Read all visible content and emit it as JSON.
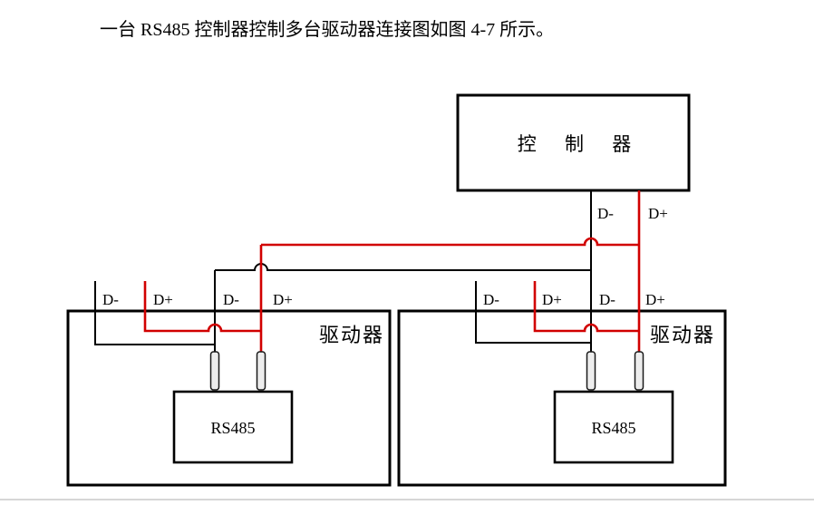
{
  "page": {
    "caption": "一台 RS485 控制器控制多台驱动器连接图如图 4-7 所示。"
  },
  "colors": {
    "dminus_wire": "#000000",
    "dplus_wire": "#d10000",
    "box_border": "#000000",
    "pin_fill": "#ededed",
    "bottom_rule": "#c9c9c9"
  },
  "controller": {
    "label": "控 制 器",
    "terminals": [
      "D-",
      "D+"
    ]
  },
  "drivers": [
    {
      "name": "驱动器",
      "module": "RS485",
      "terminals": [
        "D-",
        "D+",
        "D-",
        "D+"
      ]
    },
    {
      "name": "驱动器",
      "module": "RS485",
      "terminals": [
        "D-",
        "D+",
        "D-",
        "D+"
      ]
    }
  ]
}
